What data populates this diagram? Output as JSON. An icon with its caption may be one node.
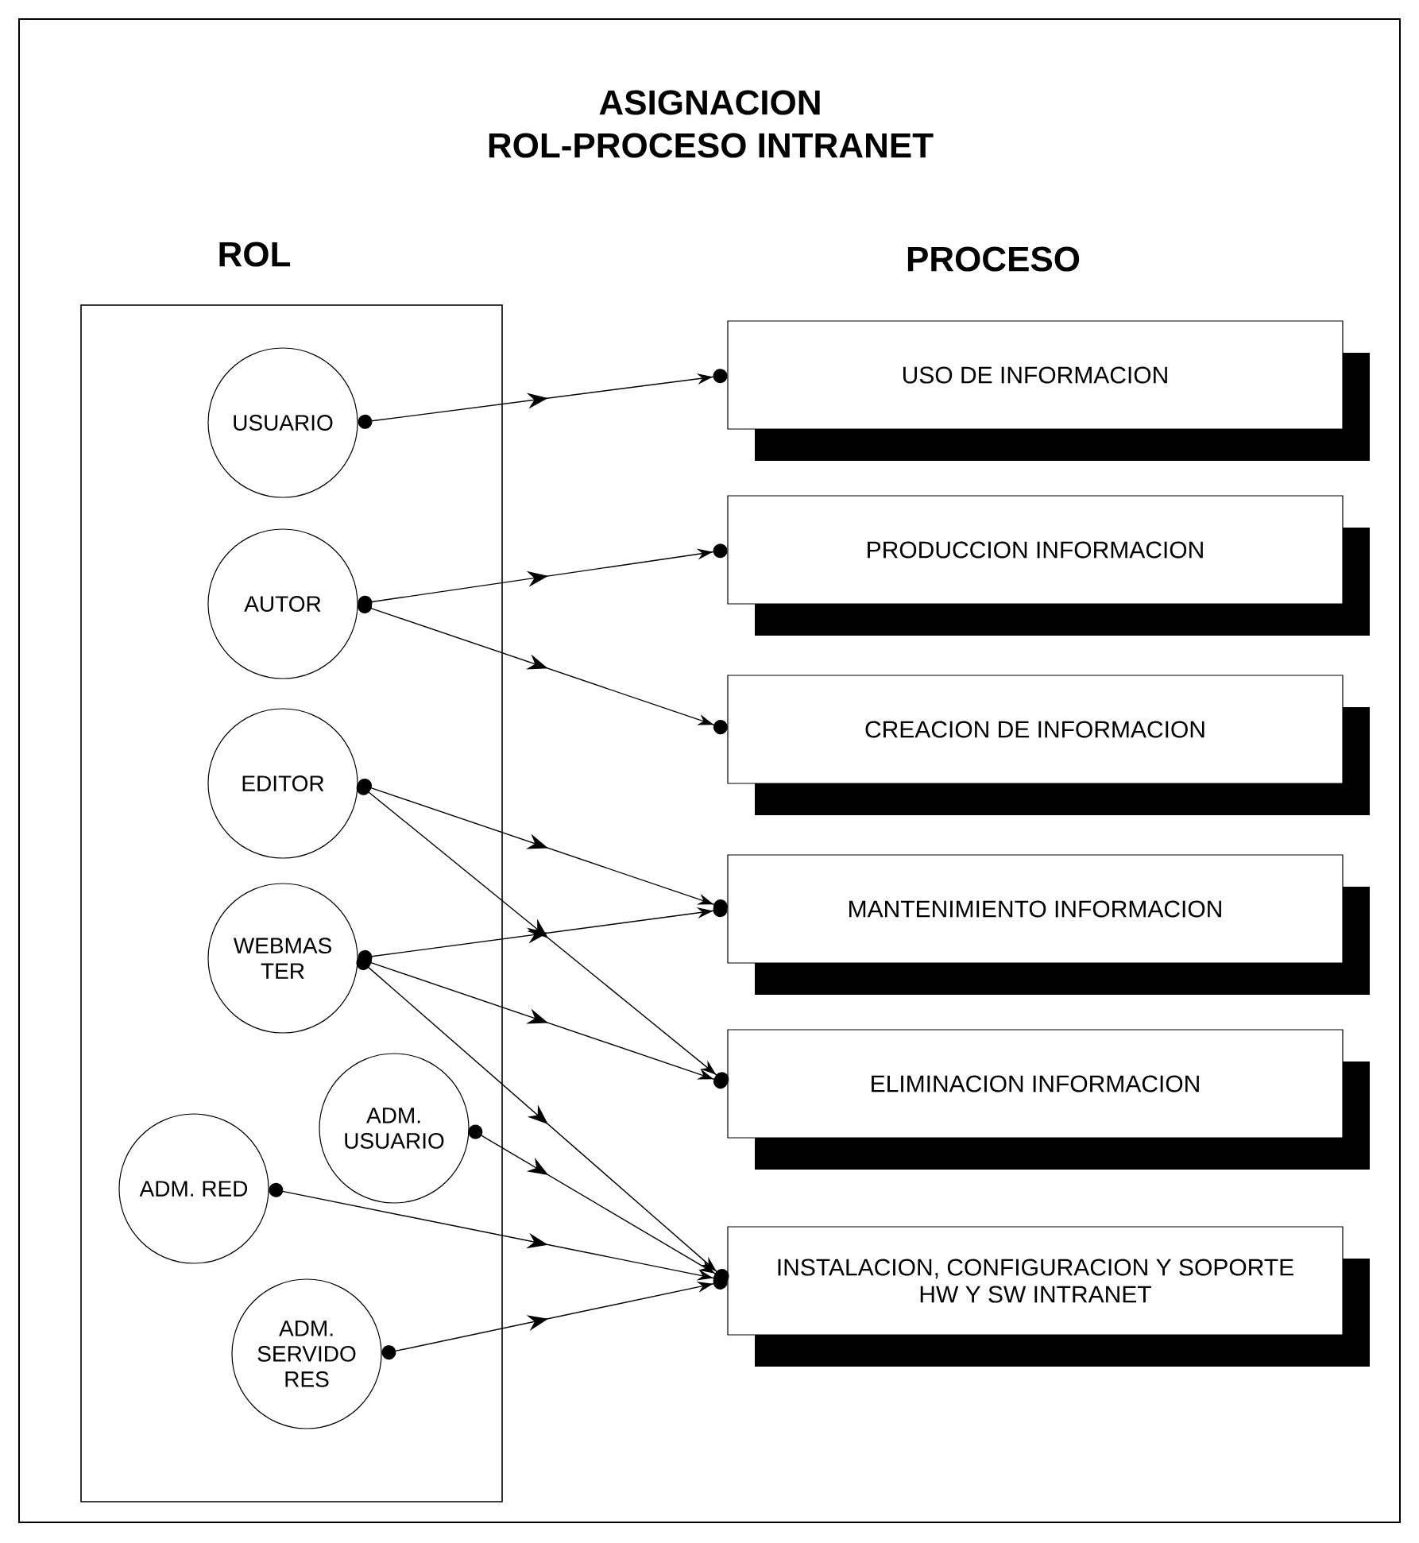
{
  "diagram": {
    "title": "ASIGNACION ROL-PROCESO INTRANET",
    "nodes": [
      {
        "text": [
          "ROL"
        ]
      },
      {
        "text": [
          "USUARIO"
        ],
        "in": 0
      },
      {
        "text": [
          "AUTOR"
        ],
        "in": 0
      },
      {
        "text": [
          "EDITOR"
        ],
        "in": 0
      },
      {
        "text": [
          "WEBMAS TER"
        ],
        "in": 0
      },
      {
        "text": [
          "ADM. USUARIO"
        ],
        "in": 0
      },
      {
        "text": [
          "ADM. RED"
        ],
        "in": 0
      },
      {
        "text": [
          "ADM. SERVIDO RES"
        ],
        "in": 0
      },
      {
        "text": [
          "USO DE INFORMACION"
        ]
      },
      {
        "text": [
          "PRODUCCION INFORMACION"
        ]
      },
      {
        "text": [
          "CREACION DE INFORMACION"
        ]
      },
      {
        "text": [
          "MANTENIMIENTO INFORMACION"
        ]
      },
      {
        "text": [
          "ELIMINACION INFORMACION"
        ]
      },
      {
        "text": [
          "INSTALACION, CONFIGURACION Y SOPORTE HW Y SW INTRANET"
        ]
      }
    ],
    "edges": [
      {
        "from": 1,
        "to": 8,
        "arrow": "to"
      },
      {
        "from": 2,
        "to": 9,
        "arrow": "to"
      },
      {
        "from": 2,
        "to": 10,
        "arrow": "to"
      },
      {
        "from": 3,
        "to": 11,
        "arrow": "to"
      },
      {
        "from": 3,
        "to": 12,
        "arrow": "to"
      },
      {
        "from": 4,
        "to": 11,
        "arrow": "to"
      },
      {
        "from": 4,
        "to": 12,
        "arrow": "to"
      },
      {
        "from": 4,
        "to": 13,
        "arrow": "to"
      },
      {
        "from": 5,
        "to": 13,
        "arrow": "to"
      },
      {
        "from": 6,
        "to": 13,
        "arrow": "to"
      },
      {
        "from": 7,
        "to": 13,
        "arrow": "to"
      }
    ],
    "labels": [
      "PROCESO"
    ]
  }
}
